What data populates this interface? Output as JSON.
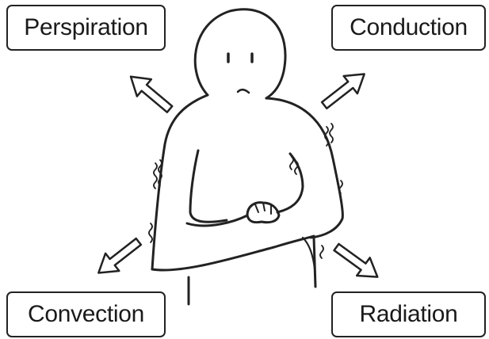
{
  "labels": {
    "perspiration": "Perspiration",
    "conduction": "Conduction",
    "convection": "Convection",
    "radiation": "Radiation"
  },
  "colors": {
    "ink": "#222222",
    "background": "#ffffff"
  }
}
